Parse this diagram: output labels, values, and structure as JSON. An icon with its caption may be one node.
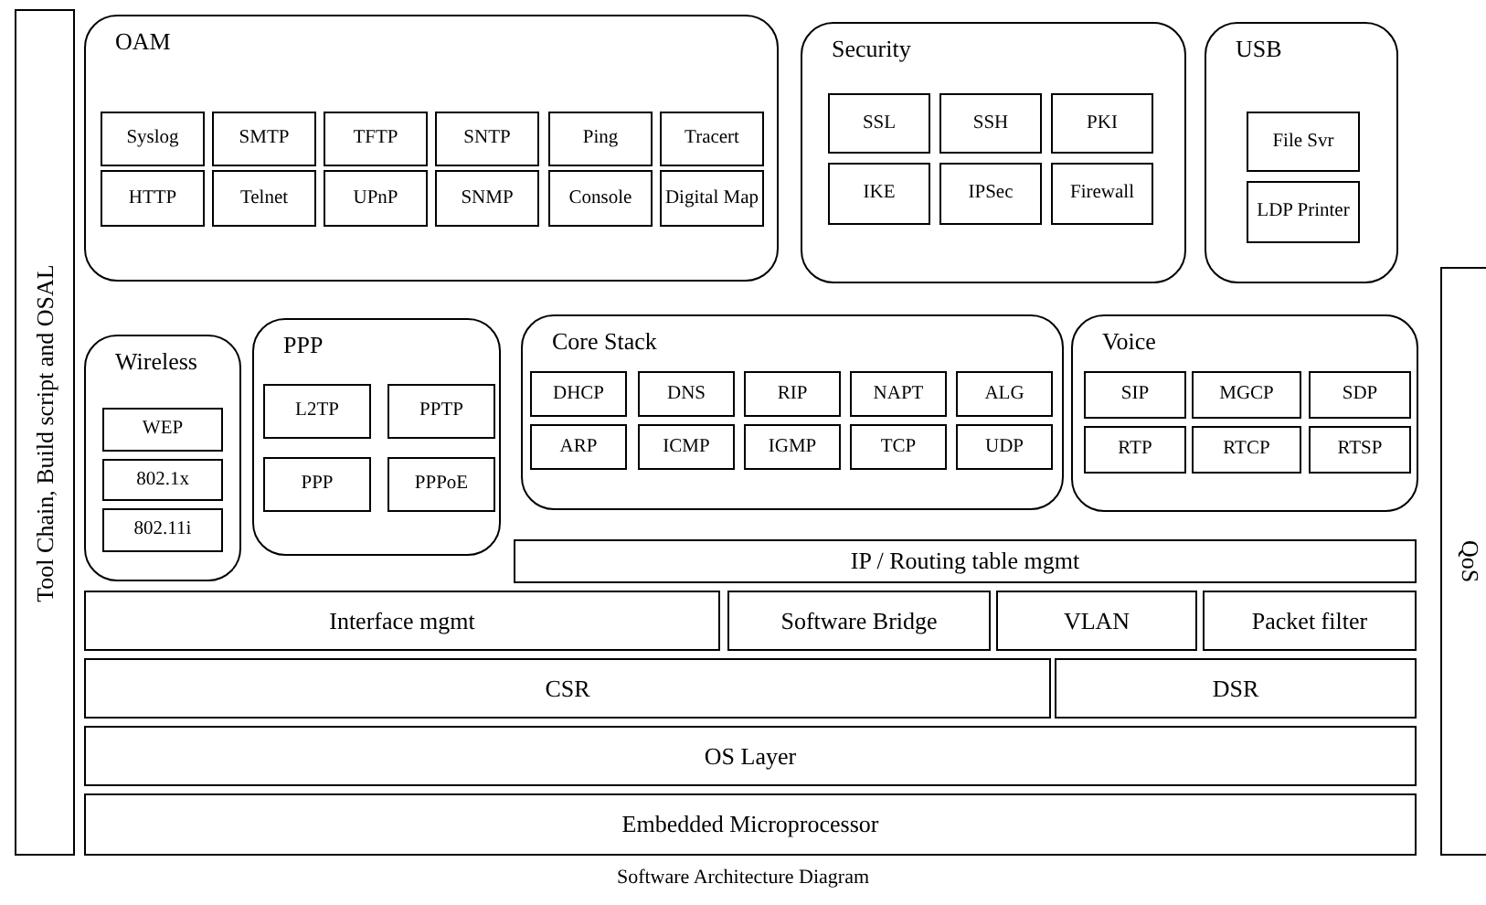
{
  "diagram": {
    "caption": "Software Architecture Diagram",
    "nodes": [
      {
        "text": [
          "Tool Chain, Build script and OSAL"
        ]
      },
      {
        "text": [
          "OAM"
        ]
      },
      {
        "text": [
          "Syslog"
        ],
        "in": 1
      },
      {
        "text": [
          "SMTP"
        ],
        "in": 1
      },
      {
        "text": [
          "TFTP"
        ],
        "in": 1
      },
      {
        "text": [
          "SNTP"
        ],
        "in": 1
      },
      {
        "text": [
          "Ping"
        ],
        "in": 1
      },
      {
        "text": [
          "Tracert"
        ],
        "in": 1
      },
      {
        "text": [
          "HTTP"
        ],
        "in": 1
      },
      {
        "text": [
          "Telnet"
        ],
        "in": 1
      },
      {
        "text": [
          "UPnP"
        ],
        "in": 1
      },
      {
        "text": [
          "SNMP"
        ],
        "in": 1
      },
      {
        "text": [
          "Console"
        ],
        "in": 1
      },
      {
        "text": [
          "Digital Map"
        ],
        "in": 1
      },
      {
        "text": [
          "Security"
        ]
      },
      {
        "text": [
          "SSL"
        ],
        "in": 14
      },
      {
        "text": [
          "SSH"
        ],
        "in": 14
      },
      {
        "text": [
          "PKI"
        ],
        "in": 14
      },
      {
        "text": [
          "IKE"
        ],
        "in": 14
      },
      {
        "text": [
          "IPSec"
        ],
        "in": 14
      },
      {
        "text": [
          "Firewall"
        ],
        "in": 14
      },
      {
        "text": [
          "USB"
        ]
      },
      {
        "text": [
          "File Svr"
        ],
        "in": 21
      },
      {
        "text": [
          "LDP Printer"
        ],
        "in": 21
      },
      {
        "text": [
          "Wireless"
        ]
      },
      {
        "text": [
          "WEP"
        ],
        "in": 24
      },
      {
        "text": [
          "802.1x"
        ],
        "in": 24
      },
      {
        "text": [
          "802.11i"
        ],
        "in": 24
      },
      {
        "text": [
          "PPP"
        ]
      },
      {
        "text": [
          "L2TP"
        ],
        "in": 28
      },
      {
        "text": [
          "PPTP"
        ],
        "in": 28
      },
      {
        "text": [
          "PPP"
        ],
        "in": 28
      },
      {
        "text": [
          "PPPoE"
        ],
        "in": 28
      },
      {
        "text": [
          "Core Stack"
        ]
      },
      {
        "text": [
          "DHCP"
        ],
        "in": 33
      },
      {
        "text": [
          "DNS"
        ],
        "in": 33
      },
      {
        "text": [
          "RIP"
        ],
        "in": 33
      },
      {
        "text": [
          "NAPT"
        ],
        "in": 33
      },
      {
        "text": [
          "ALG"
        ],
        "in": 33
      },
      {
        "text": [
          "ARP"
        ],
        "in": 33
      },
      {
        "text": [
          "ICMP"
        ],
        "in": 33
      },
      {
        "text": [
          "IGMP"
        ],
        "in": 33
      },
      {
        "text": [
          "TCP"
        ],
        "in": 33
      },
      {
        "text": [
          "UDP"
        ],
        "in": 33
      },
      {
        "text": [
          "Voice"
        ]
      },
      {
        "text": [
          "SIP"
        ],
        "in": 44
      },
      {
        "text": [
          "MGCP"
        ],
        "in": 44
      },
      {
        "text": [
          "SDP"
        ],
        "in": 44
      },
      {
        "text": [
          "RTP"
        ],
        "in": 44
      },
      {
        "text": [
          "RTCP"
        ],
        "in": 44
      },
      {
        "text": [
          "RTSP"
        ],
        "in": 44
      },
      {
        "text": [
          "IP / Routing table mgmt"
        ]
      },
      {
        "text": [
          "Interface mgmt"
        ]
      },
      {
        "text": [
          "Software Bridge"
        ]
      },
      {
        "text": [
          "VLAN"
        ]
      },
      {
        "text": [
          "Packet filter"
        ]
      },
      {
        "text": [
          "CSR"
        ]
      },
      {
        "text": [
          "DSR"
        ]
      },
      {
        "text": [
          "OS Layer"
        ]
      },
      {
        "text": [
          "Embedded Microprocessor"
        ]
      },
      {
        "text": [
          "QoS"
        ]
      }
    ]
  }
}
